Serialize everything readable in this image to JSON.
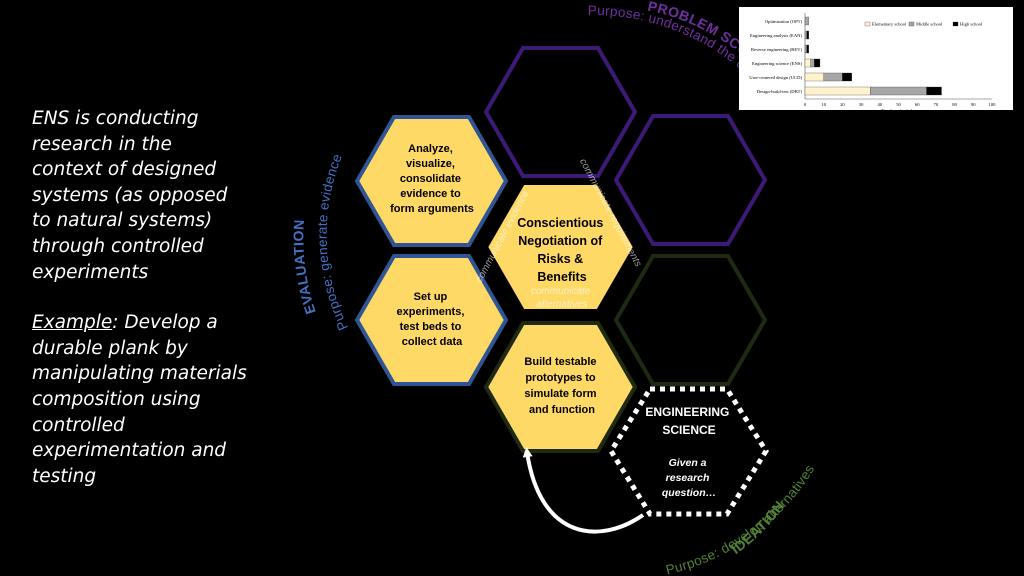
{
  "left_panel": {
    "paragraph1": "ENS is conducting research in the context of designed systems (as opposed to natural systems) through controlled experiments",
    "example_label": "Example",
    "example_text": ": Develop a durable plank by manipulating materials composition using controlled experimentation and testing"
  },
  "hexagons": {
    "analyze": [
      "Analyze,",
      "visualize,",
      "consolidate",
      "evidence to",
      "form arguments"
    ],
    "setup": [
      "Set up",
      "experiments,",
      "test beds to",
      "collect data"
    ],
    "build": [
      "Build testable",
      "prototypes to",
      "simulate form",
      "and function"
    ],
    "center": [
      "Conscientious",
      "Negotiation of",
      "Risks &",
      "Benefits"
    ],
    "center_faint": [
      "communicate",
      "alternatives"
    ],
    "center_faint_left": "communicate evidence",
    "center_faint_right": "communicate requirements",
    "engineering": [
      "ENGINEERING",
      "SCIENCE"
    ],
    "engineering_sub": [
      "Given a",
      "research",
      "question…"
    ]
  },
  "arc_labels": {
    "evaluation_title": "EVALUATION",
    "evaluation_purpose": "Purpose: generate evidence",
    "problem_title": "PROBLEM SCOPING",
    "problem_purpose": "Purpose: understand the challenge",
    "ideation_title": "IDEATION",
    "ideation_purpose": "Purpose: develop alternatives"
  },
  "colors": {
    "yellow": "#FFD966",
    "blue_border": "#2F5597",
    "purple": "#3D1A78",
    "green_dark": "#1E2A12",
    "evaluation": "#4472C4",
    "problem": "#7030A0",
    "ideation": "#548235"
  },
  "chart_data": {
    "type": "bar",
    "orientation": "horizontal",
    "stacked": true,
    "categories": [
      "Optimization (OPT)",
      "Engineering analysis (EAN)",
      "Reverse engineering (REV)",
      "Engineering science (ENS)",
      "User-centered design (UCD)",
      "Design-build-test (DBT)"
    ],
    "series": [
      {
        "name": "Elementary school",
        "color": "#FFF2CC",
        "values": [
          0,
          0,
          0,
          3,
          10,
          35
        ]
      },
      {
        "name": "Middle school",
        "color": "#A6A6A6",
        "values": [
          2,
          1,
          1,
          2,
          10,
          30
        ]
      },
      {
        "name": "High school",
        "color": "#000000",
        "values": [
          0,
          1,
          1,
          3,
          5,
          8
        ]
      }
    ],
    "xlabel": "Number of articles",
    "xticks": [
      0,
      10,
      20,
      30,
      40,
      50,
      60,
      70,
      80,
      90,
      100
    ],
    "xlim": [
      0,
      100
    ],
    "legend": "top-right"
  }
}
